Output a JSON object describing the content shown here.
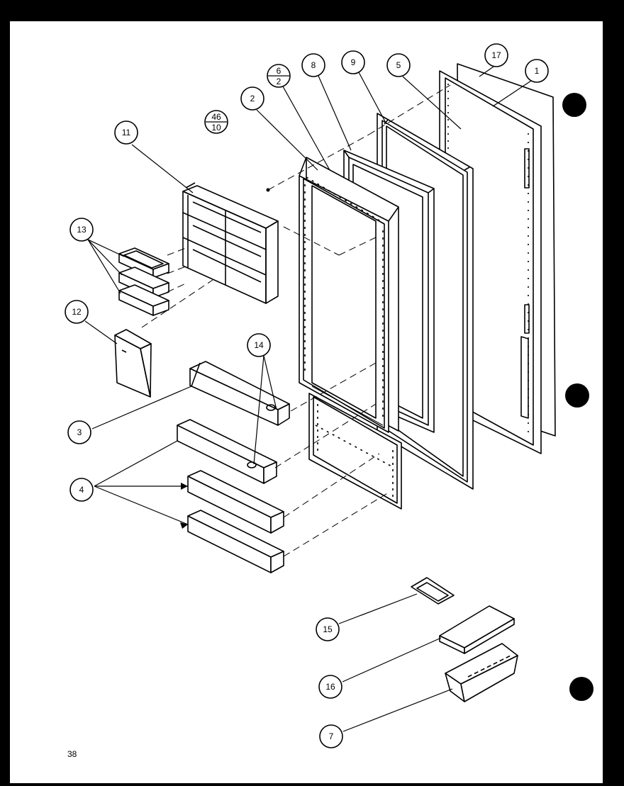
{
  "callouts": [
    {
      "id": "c1",
      "text": "1"
    },
    {
      "id": "c2",
      "text": "2"
    },
    {
      "id": "c3",
      "text": "3"
    },
    {
      "id": "c4",
      "text": "4"
    },
    {
      "id": "c5",
      "text": "5"
    },
    {
      "id": "c6",
      "text": "6"
    },
    {
      "id": "c6b",
      "text": "2"
    },
    {
      "id": "c7",
      "text": "7"
    },
    {
      "id": "c8",
      "text": "8"
    },
    {
      "id": "c9",
      "text": "9"
    },
    {
      "id": "c9b",
      "text": "46"
    },
    {
      "id": "c10",
      "text": "10"
    },
    {
      "id": "c11",
      "text": "11"
    },
    {
      "id": "c12",
      "text": "12"
    },
    {
      "id": "c13",
      "text": "13"
    },
    {
      "id": "c14",
      "text": "14"
    },
    {
      "id": "c15",
      "text": "15"
    },
    {
      "id": "c16",
      "text": "16"
    },
    {
      "id": "c17",
      "text": "17"
    }
  ],
  "page_number": "38",
  "colors": {
    "paper": "#ffffff",
    "ink": "#000000",
    "border": "#000000"
  }
}
